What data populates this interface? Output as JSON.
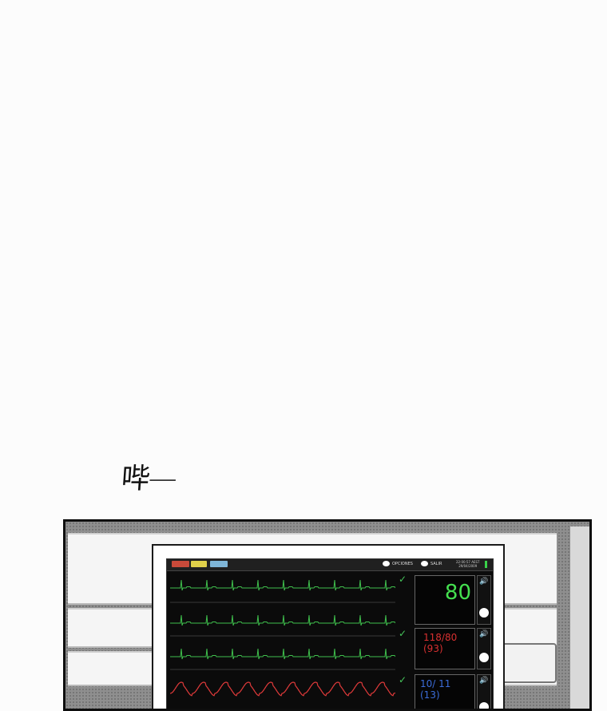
{
  "sound_effect": "哔—",
  "monitor": {
    "menu": {
      "options_label": "OPCIONES",
      "exit_label": "SALIR"
    },
    "datetime": {
      "time": "22:00:57 AEST",
      "date": "29/04/2009"
    },
    "heart_rate": {
      "value": "80",
      "color": "#44e04f"
    },
    "blood_pressure": {
      "value": "118/80",
      "mean": "(93)",
      "color": "#d83030"
    },
    "pulmonary_pressure": {
      "value": "10/ 11",
      "mean": "(13)",
      "color": "#3b6cd8"
    },
    "ecg_color": "#3fbf4c",
    "pleth_color": "#e03a3a",
    "icons": [
      "check-icon",
      "speaker-icon",
      "battery-icon"
    ]
  }
}
